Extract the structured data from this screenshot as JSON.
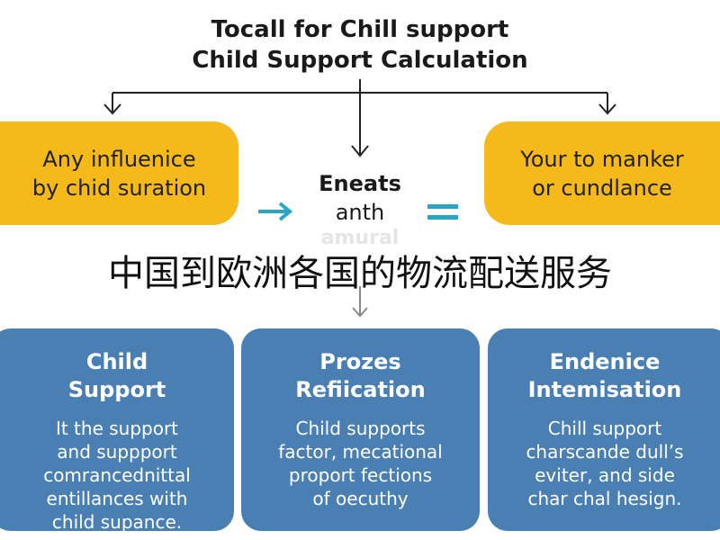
{
  "header": {
    "title_line1": "Tocall for Chill support",
    "title_line2": "Child Support Calculation"
  },
  "left_box": {
    "line1": "Any influenice",
    "line2": "by chid suration"
  },
  "middle": {
    "line1": "Eneats",
    "line2": "anth",
    "line3": "amural"
  },
  "right_box": {
    "line1": "Your to manker",
    "line2": "or cundlance"
  },
  "overlay": {
    "text": "中国到欧洲各国的物流配送服务"
  },
  "cards": [
    {
      "heading_line1": "Child",
      "heading_line2": "Support",
      "body": [
        "It the support",
        "and suppport",
        "comrancednittal",
        "entillances with",
        "child supance."
      ]
    },
    {
      "heading_line1": "Prozes",
      "heading_line2": "Refiication",
      "body": [
        "Child supports",
        "factor, mecational",
        "proport fections",
        "of oecuthy"
      ]
    },
    {
      "heading_line1": "Endenice",
      "heading_line2": "Intemisation",
      "body": [
        "Chill support",
        "charscande dull’s",
        "eviter, and side",
        "char chal hesign."
      ]
    }
  ],
  "colors": {
    "orange": "#f5b91a",
    "blue_card": "#4a7fb3",
    "arrow_teal": "#2aa6c4"
  }
}
